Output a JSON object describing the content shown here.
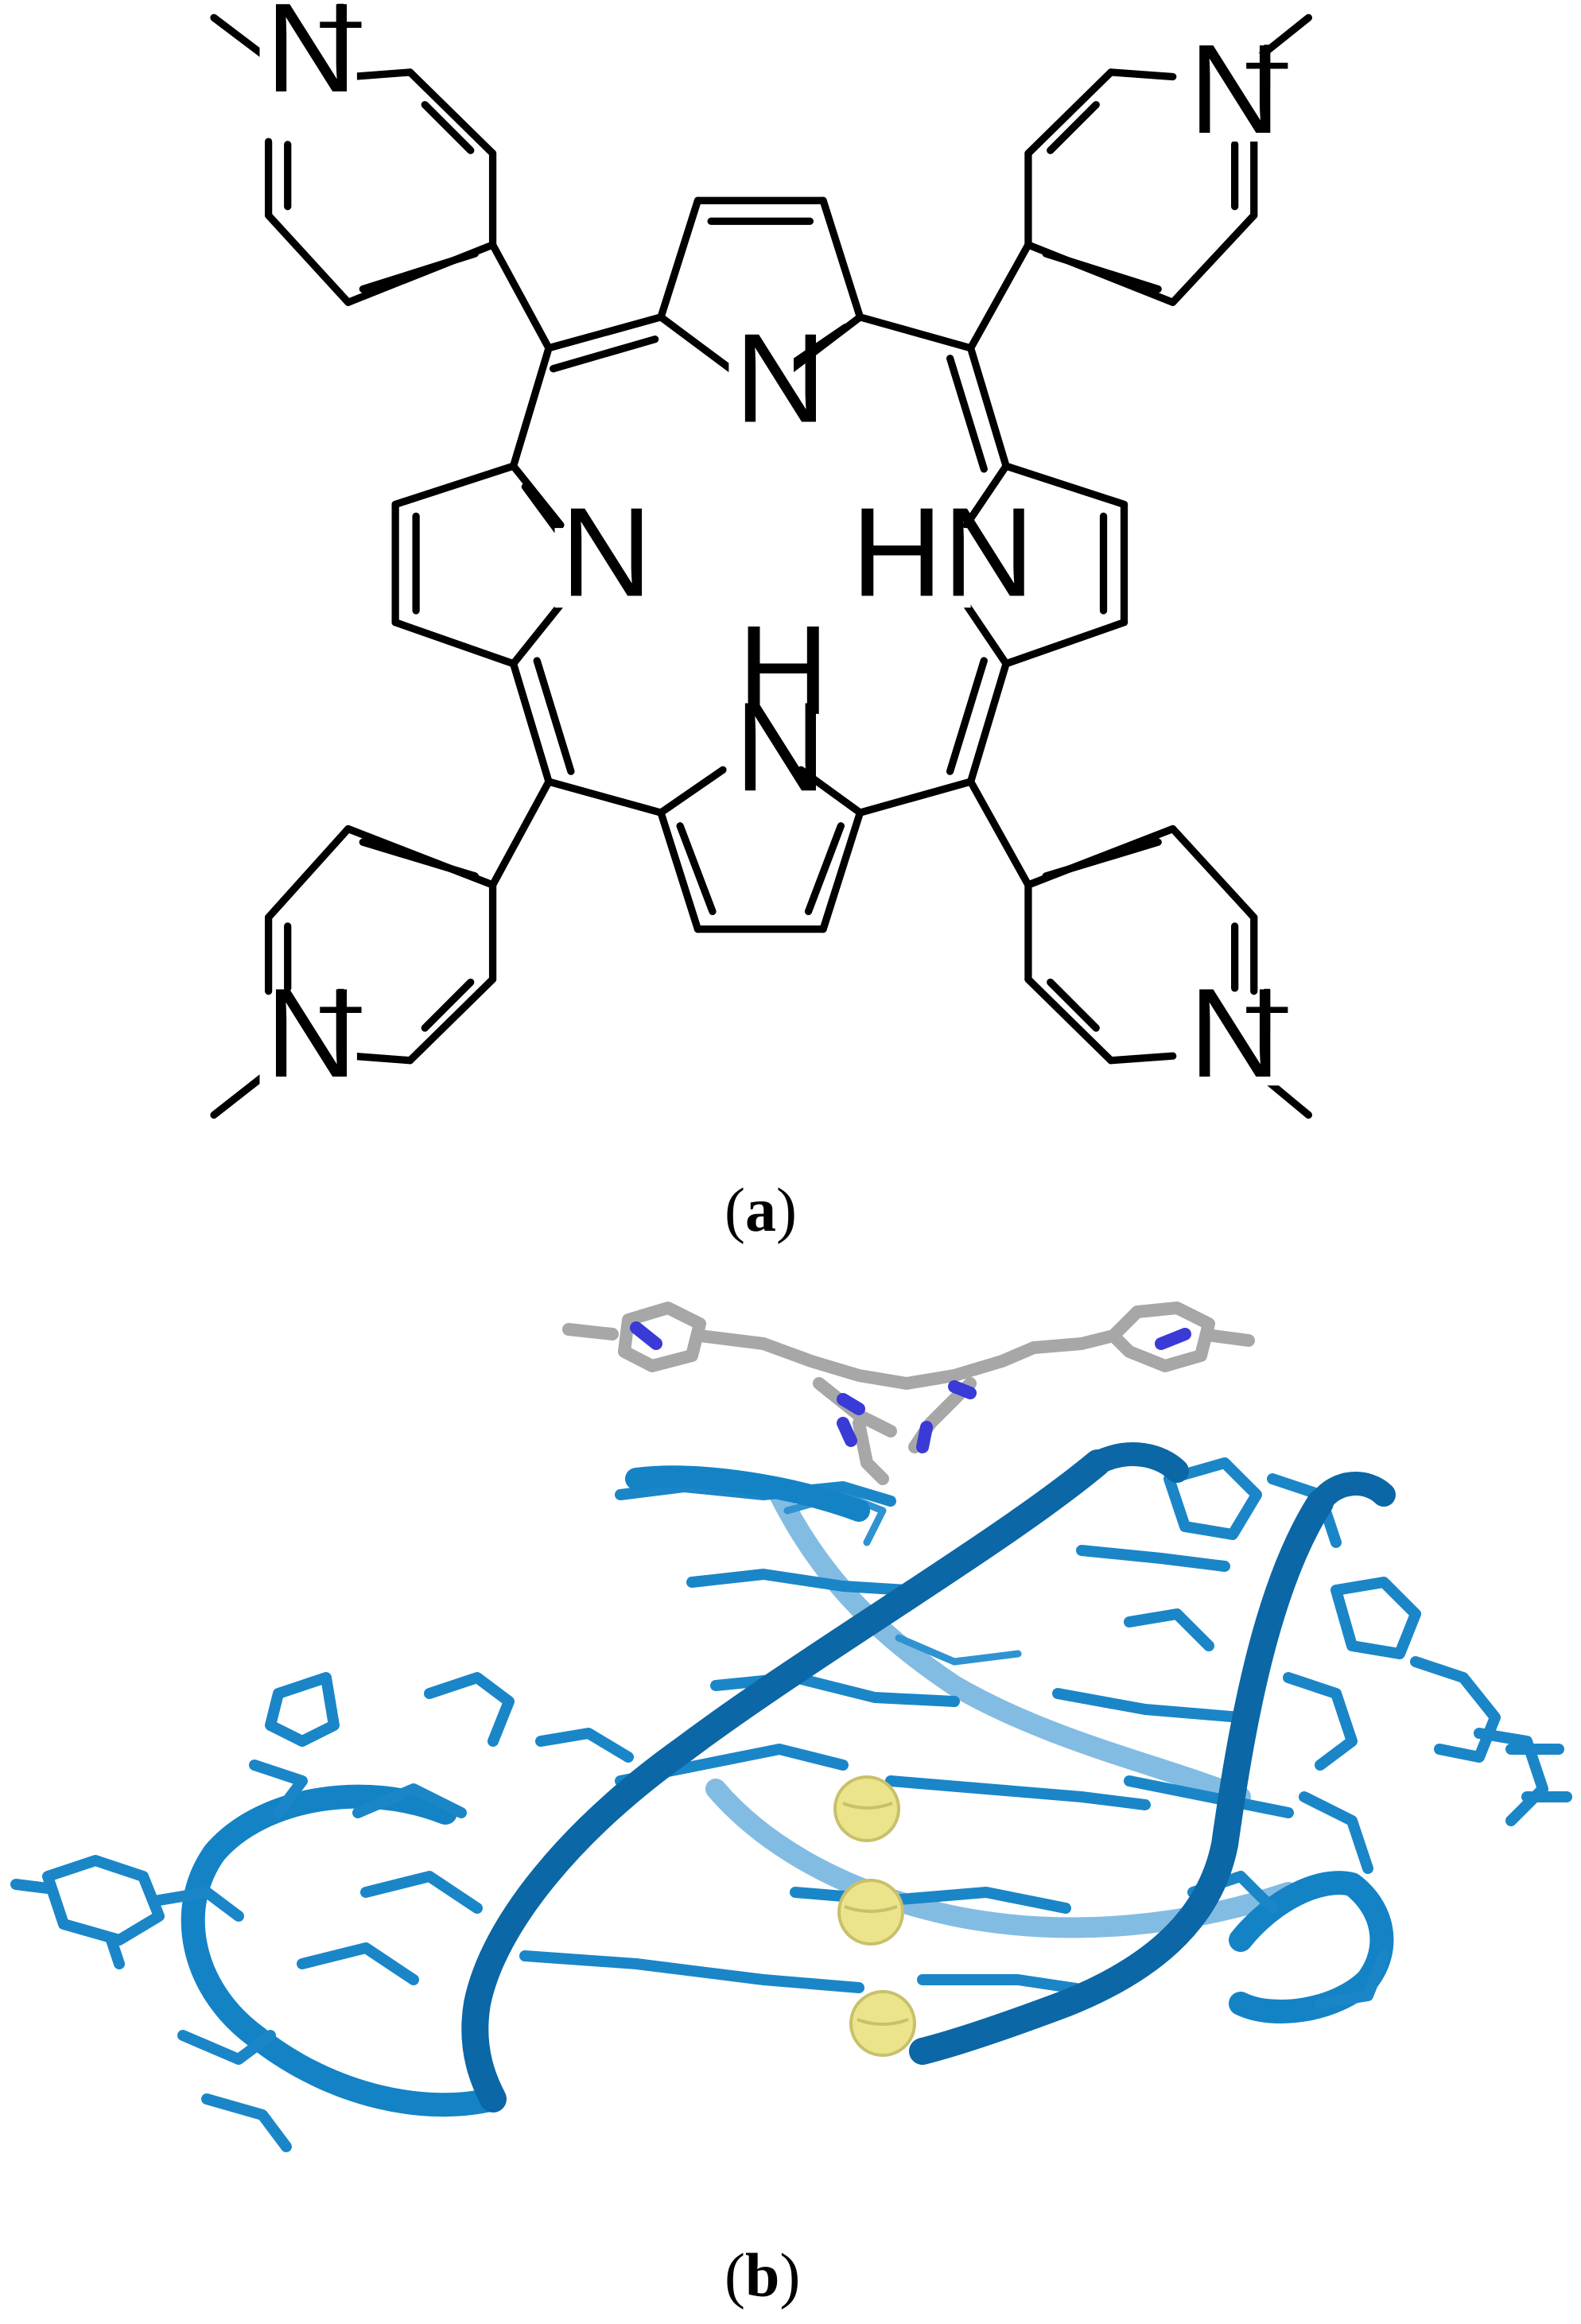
{
  "panels": [
    {
      "label": "a",
      "atom_labels": {
        "n_plus": "N",
        "plus": "+",
        "n": "N",
        "hn": "HN",
        "h": "H",
        "nh_n": "N"
      }
    },
    {
      "label": "b",
      "legend_colors": {
        "dna": "#1383c6",
        "porphyrin_carbon": "#a7a7a7",
        "porphyrin_nitrogen": "#3a3ad6",
        "ions": "#ebe48a"
      }
    }
  ]
}
